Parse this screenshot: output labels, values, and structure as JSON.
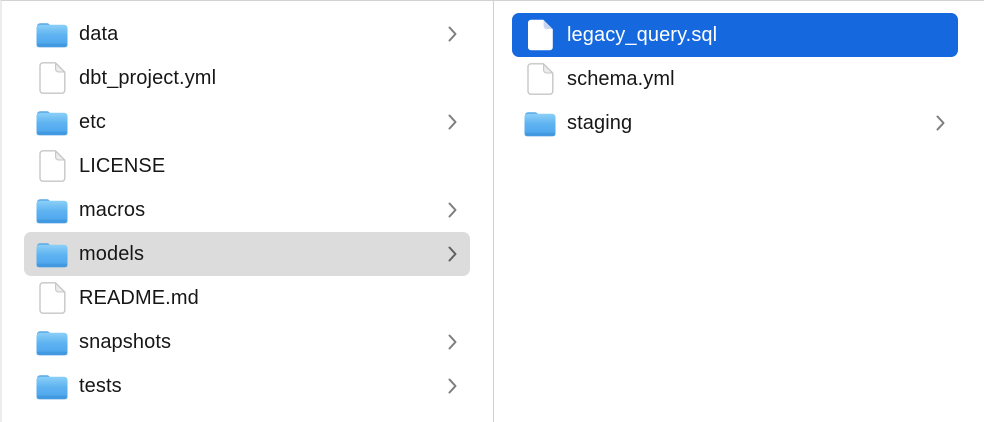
{
  "window": {
    "view": "finder-column-browser"
  },
  "colors": {
    "selection_primary": "#1568dd",
    "selection_primary_text": "#ffffff",
    "selection_secondary": "#dcdcdc",
    "text": "#161616",
    "divider": "#cfcfcf",
    "folder_blue_top": "#8ccff8",
    "folder_blue_bottom": "#4aa3ec"
  },
  "icons": {
    "folder": "folder-icon",
    "document": "document-icon",
    "chevron": "chevron-right-icon"
  },
  "columns": [
    {
      "name": "parent-column",
      "items": [
        {
          "label": "data",
          "type": "folder",
          "chevron": true,
          "selected": "none"
        },
        {
          "label": "dbt_project.yml",
          "type": "file",
          "chevron": false,
          "selected": "none"
        },
        {
          "label": "etc",
          "type": "folder",
          "chevron": true,
          "selected": "none"
        },
        {
          "label": "LICENSE",
          "type": "file",
          "chevron": false,
          "selected": "none"
        },
        {
          "label": "macros",
          "type": "folder",
          "chevron": true,
          "selected": "none"
        },
        {
          "label": "models",
          "type": "folder",
          "chevron": true,
          "selected": "secondary"
        },
        {
          "label": "README.md",
          "type": "file",
          "chevron": false,
          "selected": "none"
        },
        {
          "label": "snapshots",
          "type": "folder",
          "chevron": true,
          "selected": "none"
        },
        {
          "label": "tests",
          "type": "folder",
          "chevron": true,
          "selected": "none"
        }
      ]
    },
    {
      "name": "models-column",
      "items": [
        {
          "label": "legacy_query.sql",
          "type": "file",
          "chevron": false,
          "selected": "primary"
        },
        {
          "label": "schema.yml",
          "type": "file",
          "chevron": false,
          "selected": "none"
        },
        {
          "label": "staging",
          "type": "folder",
          "chevron": true,
          "selected": "none"
        }
      ]
    }
  ]
}
